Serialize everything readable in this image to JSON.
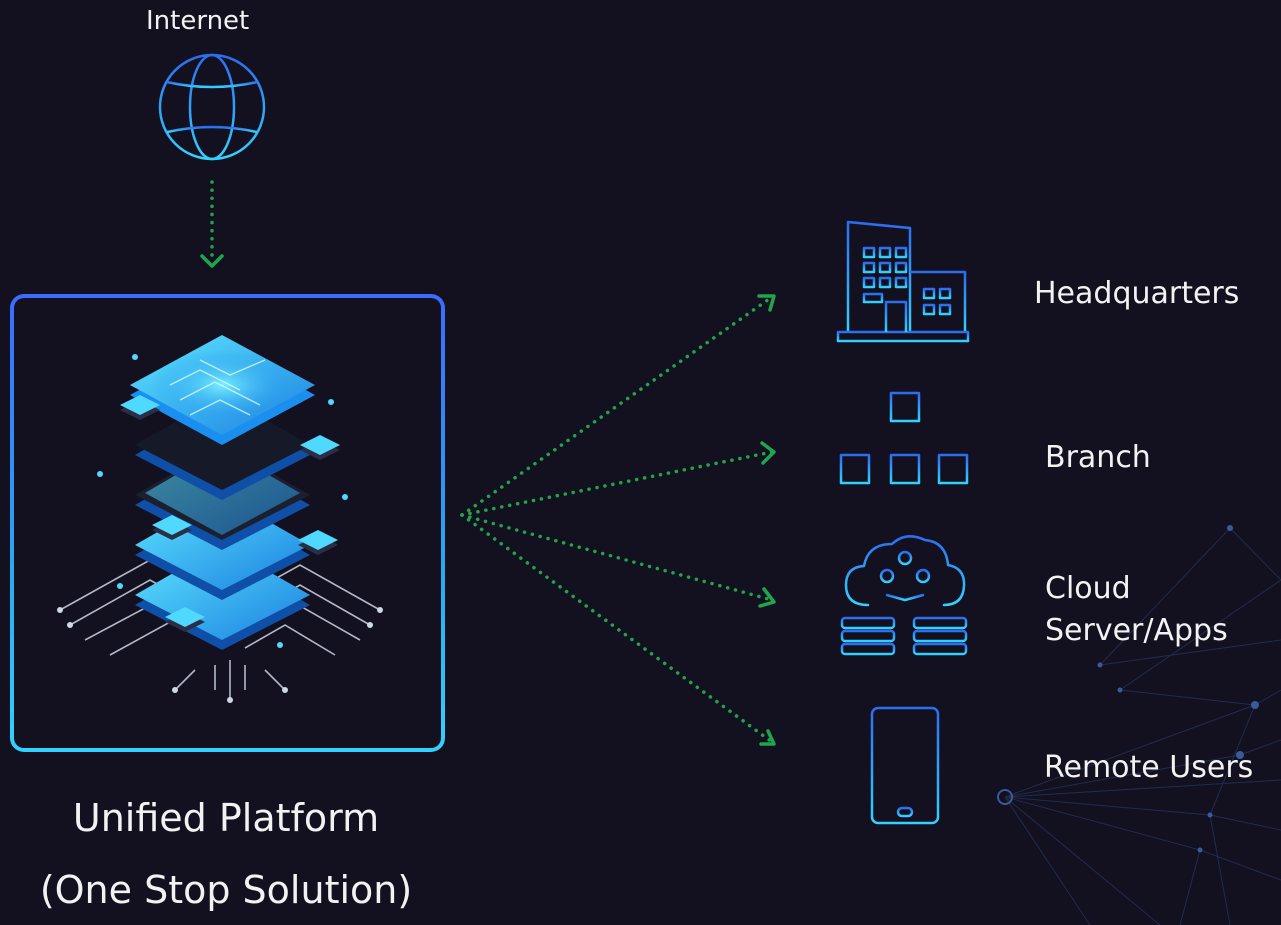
{
  "source": {
    "label": "Internet",
    "icon": "globe-icon"
  },
  "platform": {
    "title": "Unified Platform",
    "subtitle": "(One Stop Solution)",
    "image": "platform-stack-illustration"
  },
  "destinations": [
    {
      "label": "Headquarters",
      "icon": "office-building-icon"
    },
    {
      "label": "Branch",
      "icon": "org-chart-icon"
    },
    {
      "label": "Cloud Server/Apps",
      "icon": "cloud-server-icon"
    },
    {
      "label": "Remote Users",
      "icon": "smartphone-icon"
    }
  ],
  "colors": {
    "background": "#131020",
    "connector": "#1fa64a",
    "icon_stroke": "#2aa8f0",
    "frame_top": "#3b6bff",
    "frame_bottom": "#33d1ff"
  }
}
